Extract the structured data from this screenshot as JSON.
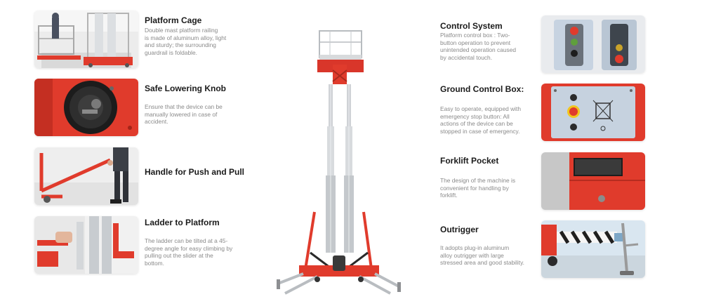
{
  "colors": {
    "brand_red": "#e03b2c",
    "mast_gray": "#c9cdd2",
    "title_text": "#1b1b1b",
    "desc_text": "#8a8a8a"
  },
  "features": [
    {
      "title": "Platform Cage",
      "description": "Double mast platform railing\nis made of aluminum alloy, light\nand sturdy; the surrounding\nguardrail is foldable.",
      "image_icon": "platform-cage-photo"
    },
    {
      "title": "Safe Lowering Knob",
      "description": "Ensure that the device can be\nmanually lowered in case of\naccident.",
      "image_icon": "lowering-knob-photo"
    },
    {
      "title": "Handle for Push and Pull",
      "description": "",
      "image_icon": "push-handle-photo"
    },
    {
      "title": "Ladder to Platform",
      "description": "The ladder can be tilted at a 45-\ndegree angle for easy climbing by\npulling out the slider at the\nbottom.",
      "image_icon": "ladder-photo"
    },
    {
      "title": "Control System",
      "description": "Platform control box : Two-\nbutton operation to prevent\nunintended operation caused\nby accidental touch.",
      "image_icon": "control-box-photo"
    },
    {
      "title": "Ground Control Box:",
      "description": "Easy to operate, equipped with\nemergency stop button: All\nactions of the device can be\nstopped in case of emergency.",
      "image_icon": "ground-control-photo"
    },
    {
      "title": "Forklift Pocket",
      "description": "The design of the machine is\nconvenient for handling by\nforklift.",
      "image_icon": "forklift-pocket-photo"
    },
    {
      "title": "Outrigger",
      "description": "It adopts plug-in aluminum\nalloy outrigger with large\nstressed area and good stability.",
      "image_icon": "outrigger-photo"
    }
  ],
  "center_image_icon": "aerial-work-platform-machine"
}
